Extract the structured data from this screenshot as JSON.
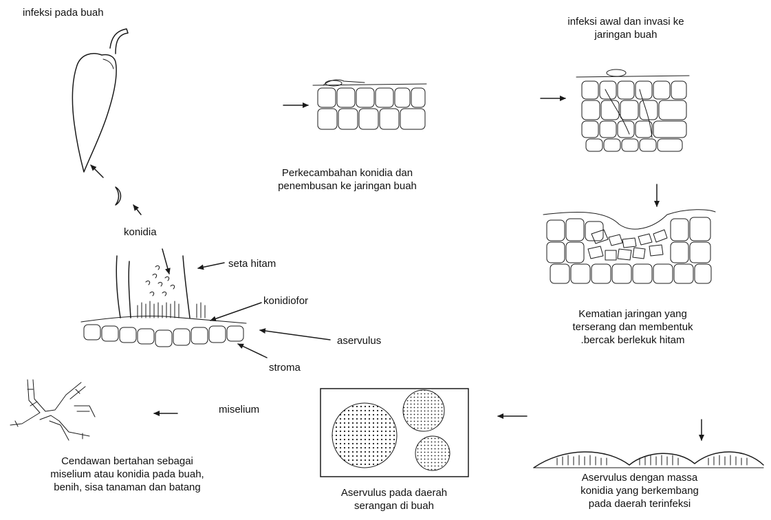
{
  "labels": {
    "fruit_infection": "infeksi pada buah",
    "early_infection_line1": "infeksi awal dan invasi ke",
    "early_infection_line2": "jaringan buah",
    "germination_line1": "Perkecambahan konidia dan",
    "germination_line2": "penembusan ke jaringan buah",
    "konidia": "konidia",
    "seta": "seta hitam",
    "konidiofor": "konidiofor",
    "aservulus": "aservulus",
    "stroma": "stroma",
    "necrosis_line1": "Kematian jaringan yang",
    "necrosis_line2": "terserang dan membentuk",
    "necrosis_line3": ".bercak berlekuk hitam",
    "miselium": "miselium",
    "survival_line1": "Cendawan bertahan sebagai",
    "survival_line2": "miselium atau konidia pada buah,",
    "survival_line3": "benih, sisa tanaman dan batang",
    "acervuli_fruit_line1": "Aservulus pada daerah",
    "acervuli_fruit_line2": "serangan di buah",
    "acervuli_mass_line1": "Aservulus dengan massa",
    "acervuli_mass_line2": "konidia yang berkembang",
    "acervuli_mass_line3": "pada daerah terinfeksi"
  },
  "icons": [
    "chili-fruit",
    "conidium",
    "tissue-germination",
    "tissue-invasion",
    "tissue-necrosis",
    "acervulus-section",
    "acervuli-on-fruit",
    "acervuli-mass",
    "mycelium-hyphae",
    "arrow"
  ]
}
